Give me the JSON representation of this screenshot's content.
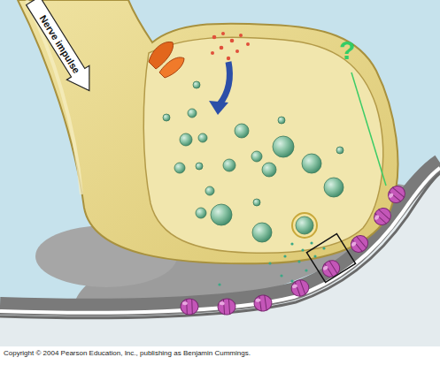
{
  "diagram": {
    "labels": [
      "Nerve impulse",
      "?",
      "Copyright © 2004 Pearson Education, Inc., publishing as Benjamin Cummings."
    ]
  }
}
